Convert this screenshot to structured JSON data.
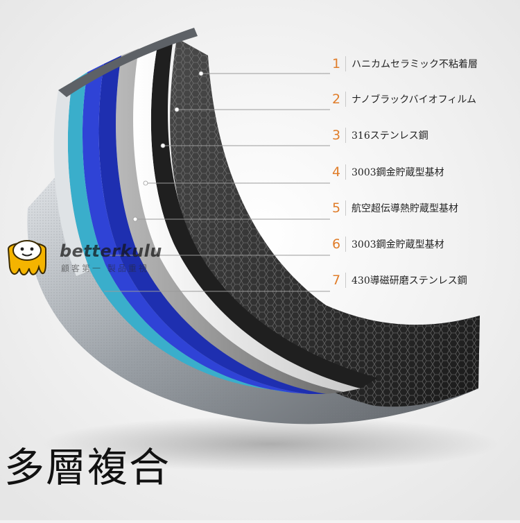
{
  "layers": [
    {
      "num": "1",
      "label": "ハニカムセラミック不粘着層"
    },
    {
      "num": "2",
      "label": "ナノブラックバイオフィルム"
    },
    {
      "num": "3",
      "label": "316ステンレス鋼"
    },
    {
      "num": "4",
      "label": "3003鋼金貯蔵型基材"
    },
    {
      "num": "5",
      "label": "航空超伝導熱貯蔵型基材"
    },
    {
      "num": "6",
      "label": "3003鋼金貯蔵型基材"
    },
    {
      "num": "7",
      "label": "430導磁研磨ステンレス鋼"
    }
  ],
  "watermark": {
    "brand": "betterkulu",
    "slogan": "顧客第一  製品重視"
  },
  "headline": "多層複合",
  "colors": {
    "number_accent": "#e07d2a",
    "layer_blue": "#1e2fb0",
    "layer_cyan": "#3aaecb",
    "ceramic_dark": "#2a2a2a",
    "steel_light": "#cfd2d6"
  }
}
